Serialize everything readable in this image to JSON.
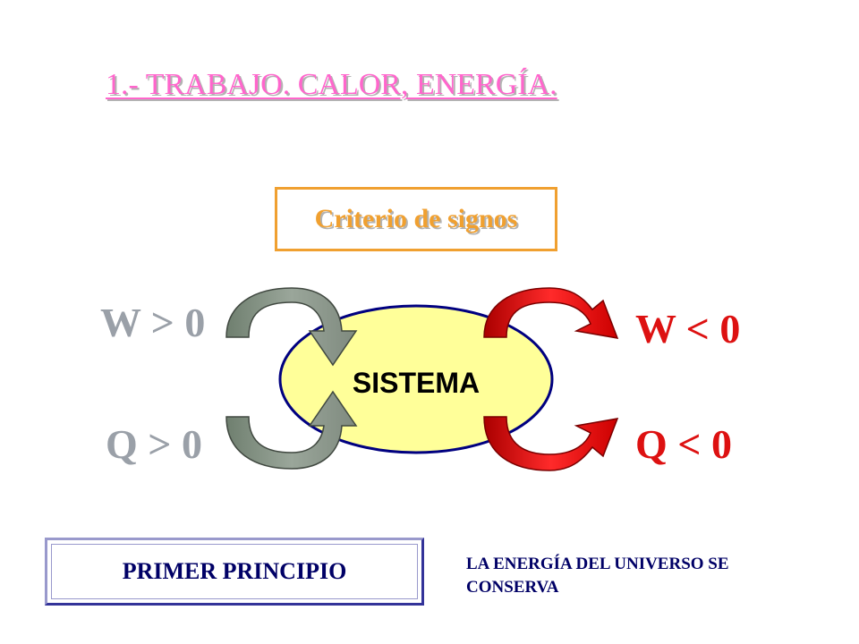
{
  "title": "1.- TRABAJO. CALOR, ENERGÍA.",
  "criterio": "Criterio de signos",
  "system": "SISTEMA",
  "labels": {
    "w_in": "W > 0",
    "q_in": "Q > 0",
    "w_out": "W < 0",
    "q_out": "Q < 0"
  },
  "principle": "PRIMER PRINCIPIO",
  "statement_line1": "LA ENERGÍA DEL UNIVERSO SE",
  "statement_line2": "CONSERVA",
  "colors": {
    "title": "#ff66cc",
    "criterio": "#f0a030",
    "system_fill": "#ffff99",
    "system_border": "#000080",
    "incoming_arrow": "#8a9a8a",
    "outgoing_arrow": "#dd1111",
    "principle_text": "#000066"
  },
  "icons": {
    "incoming": "curved-arrow-gray",
    "outgoing": "curved-arrow-red"
  }
}
